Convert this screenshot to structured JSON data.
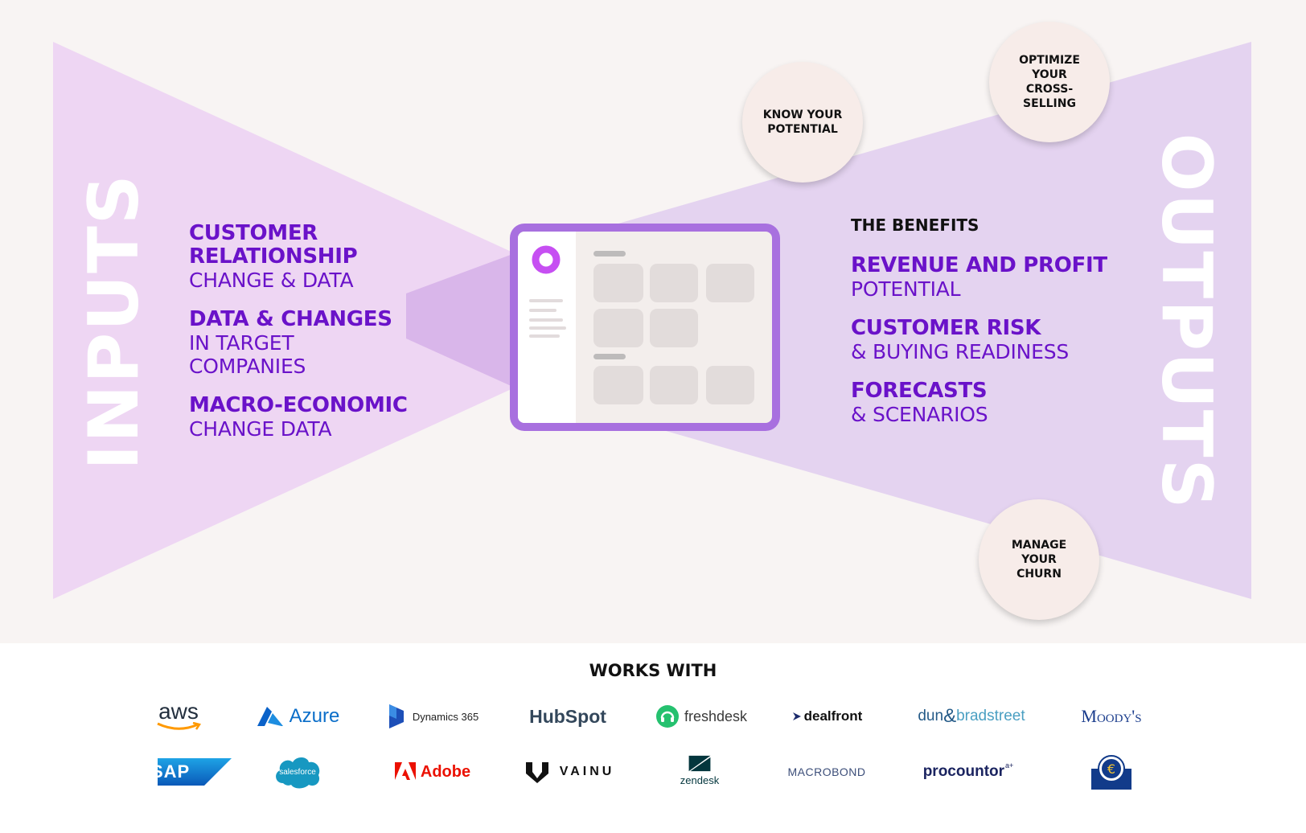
{
  "inputs_heading": "INPUTS",
  "outputs_heading": "OUTPUTS",
  "inputs": [
    {
      "bold": [
        "CUSTOMER",
        "RELATIONSHIP"
      ],
      "light": [
        "CHANGE & DATA"
      ]
    },
    {
      "bold": [
        "DATA & CHANGES"
      ],
      "light": [
        "IN TARGET",
        "COMPANIES"
      ]
    },
    {
      "bold": [
        "MACRO-ECONOMIC"
      ],
      "light": [
        "CHANGE DATA"
      ]
    }
  ],
  "benefits_title": "THE BENEFITS",
  "outputs": [
    {
      "bold": "REVENUE AND PROFIT",
      "light": "POTENTIAL"
    },
    {
      "bold": "CUSTOMER RISK",
      "light": "& BUYING READINESS"
    },
    {
      "bold": "FORECASTS",
      "light": "& SCENARIOS"
    }
  ],
  "circles": {
    "know": "KNOW YOUR POTENTIAL",
    "optimize": "OPTIMIZE YOUR CROSS-SELLING",
    "churn": "MANAGE YOUR CHURN"
  },
  "works_with_title": "WORKS WITH",
  "logos": {
    "aws": "aws",
    "azure": "Azure",
    "dynamics": "Dynamics 365",
    "hubspot": "HubSpot",
    "freshdesk": "freshdesk",
    "dealfront": "dealfront",
    "dnb_a": "dun",
    "dnb_amp": "&",
    "dnb_b": "bradstreet",
    "moodys": "Moody's",
    "sap": "SAP",
    "salesforce": "salesforce",
    "adobe": "Adobe",
    "vainu": "VAINU",
    "zendesk": "zendesk",
    "macrobond": "MACROBOND",
    "procountor": "procountor",
    "procountor_sup": "a+"
  },
  "colors": {
    "brand_purple": "#6a12c9",
    "input_triangle": "#eed6f3",
    "output_triangle": "#e4d3f0",
    "overlap": "#d9b6ea",
    "circle_fill": "#f7ece9",
    "page_bg": "#f8f4f3"
  }
}
